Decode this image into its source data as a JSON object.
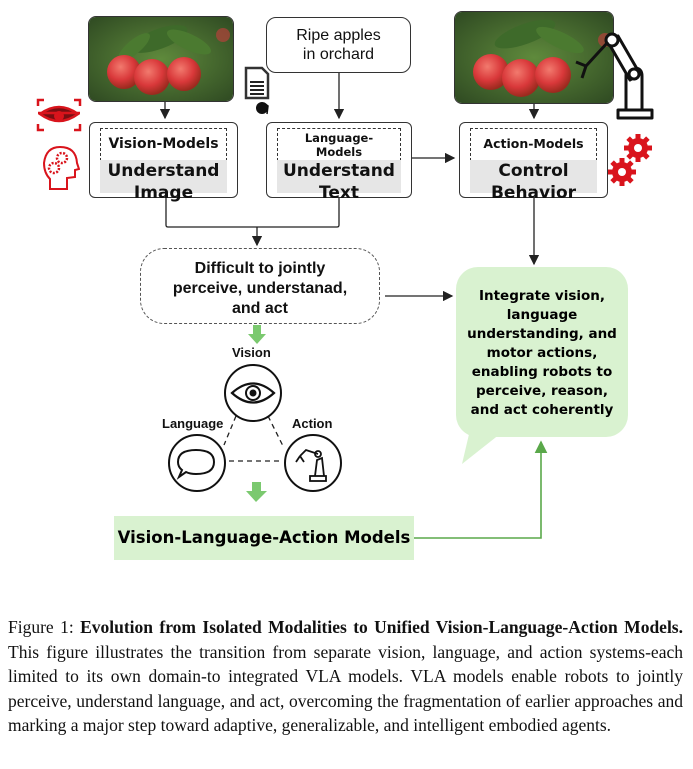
{
  "diagram": {
    "vision_box": {
      "header": "Vision-Models",
      "body": [
        "Understand",
        "Image"
      ]
    },
    "language_box": {
      "header": [
        "Language-",
        "Models"
      ],
      "body": [
        "Understand",
        "Text"
      ]
    },
    "action_box": {
      "header": "Action-Models",
      "body": [
        "Control",
        "Behavior"
      ]
    },
    "prompt_text": [
      "Ripe apples",
      "in orchard"
    ],
    "difficult_text": [
      "Difficult to jointly",
      "perceive, understanad,",
      "and act"
    ],
    "integrate_text": [
      "Integrate vision,",
      "language",
      "understanding, and",
      "motor actions,",
      "enabling robots to",
      "perceive, reason,",
      "and act coherently"
    ],
    "triad": {
      "vision_label": "Vision",
      "language_label": "Language",
      "action_label": "Action"
    },
    "vla_label": "Vision-Language-Action Models",
    "colors": {
      "accent_red": "#d9141c",
      "green_fill": "#d9f2d0",
      "green_arrow": "#7bc96f",
      "green_line": "#5aa84a",
      "gray_fill": "#e6e6e6",
      "stroke": "#333333"
    }
  },
  "caption": {
    "figure_label": "Figure 1:",
    "title": "Evolution from Isolated Modalities to Unified Vision-Language-Action Models.",
    "body": "This figure illustrates the transition from separate vision, language, and action systems-each limited to its own domain-to integrated VLA models. VLA models enable robots to jointly perceive, understand language, and act, overcoming the fragmentation of earlier approaches and marking a major step toward adaptive, generalizable, and intelligent embodied agents."
  }
}
